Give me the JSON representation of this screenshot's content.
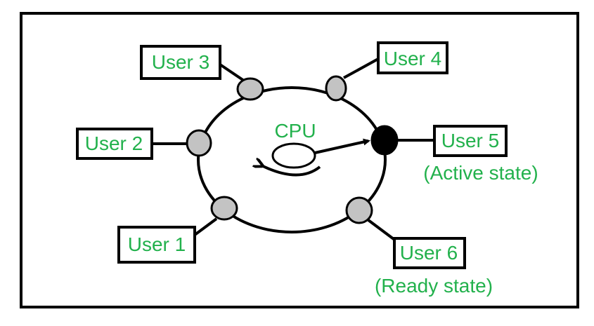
{
  "colors": {
    "label": "#22b14c",
    "stroke": "#000000",
    "port_idle": "#c3c3c3",
    "port_active": "#000000",
    "background": "#ffffff"
  },
  "cpu": {
    "label": "CPU"
  },
  "users": [
    {
      "label": "User 1",
      "state_label": ""
    },
    {
      "label": "User 2",
      "state_label": ""
    },
    {
      "label": "User 3",
      "state_label": ""
    },
    {
      "label": "User 4",
      "state_label": ""
    },
    {
      "label": "User 5",
      "state_label": "(Active state)"
    },
    {
      "label": "User 6",
      "state_label": "(Ready state)"
    }
  ]
}
